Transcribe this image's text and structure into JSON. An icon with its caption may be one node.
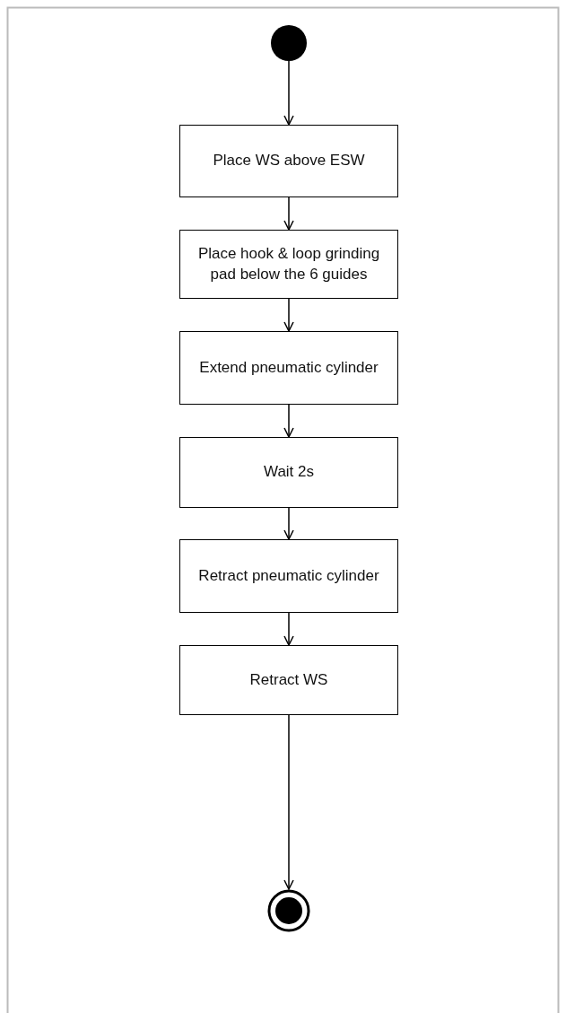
{
  "diagram": {
    "nodes": [
      {
        "text": [],
        "shape": "circle"
      },
      {
        "text": [
          "Place WS above ESW"
        ]
      },
      {
        "text": [
          "Place hook & loop grinding pad below the 6 guides"
        ]
      },
      {
        "text": [
          "Extend pneumatic cylinder"
        ]
      },
      {
        "text": [
          "Wait 2s"
        ]
      },
      {
        "text": [
          "Retract pneumatic cylinder"
        ]
      },
      {
        "text": [
          "Retract WS"
        ]
      },
      {
        "text": [],
        "shape": "bullseye"
      }
    ],
    "edges": [
      {
        "from": 0,
        "to": 1,
        "arrow": "to"
      },
      {
        "from": 1,
        "to": 2,
        "arrow": "to"
      },
      {
        "from": 2,
        "to": 3,
        "arrow": "to"
      },
      {
        "from": 3,
        "to": 4,
        "arrow": "to"
      },
      {
        "from": 4,
        "to": 5,
        "arrow": "to"
      },
      {
        "from": 5,
        "to": 6,
        "arrow": "to"
      },
      {
        "from": 6,
        "to": 7,
        "arrow": "to"
      }
    ]
  }
}
